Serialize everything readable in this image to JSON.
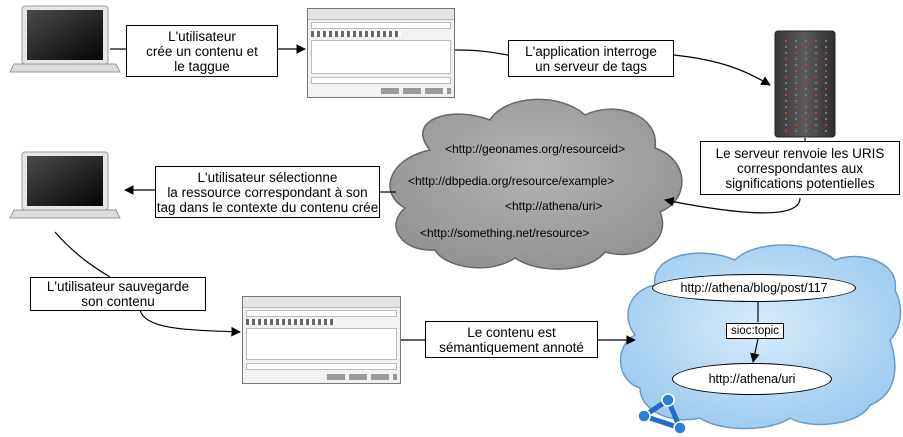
{
  "steps": {
    "create": "L'utilisateur\ncrée un contenu et\nle taggue",
    "query": "L'application interroge\nun serveur de tags",
    "server": "Le serveur renvoie les URIS\ncorrespondantes aux\nsignifications potentielles",
    "select": "L'utilisateur sélectionne\nla ressource correspondant à son\ntag dans le contexte du contenu crée",
    "save": "L'utilisateur sauvegarde\nson contenu",
    "annotated": "Le contenu est\nsémantiquement annoté"
  },
  "cloud_uris": [
    "<http://geonames.org/resourceid>",
    "<http://dbpedia.org/resource/example>",
    "<http://athena/uri>",
    "<http://something.net/resource>"
  ],
  "graph": {
    "subject": "http://athena/blog/post/117",
    "predicate": "sioc:topic",
    "object": "http://athena/uri"
  },
  "colors": {
    "cloud_gray": "#9a9a9a",
    "cloud_blue": "#a9d2f2",
    "logo_blue": "#2b7fd6"
  },
  "icons": [
    "laptop-icon",
    "server-icon",
    "editor-window",
    "rdf-logo-icon"
  ]
}
